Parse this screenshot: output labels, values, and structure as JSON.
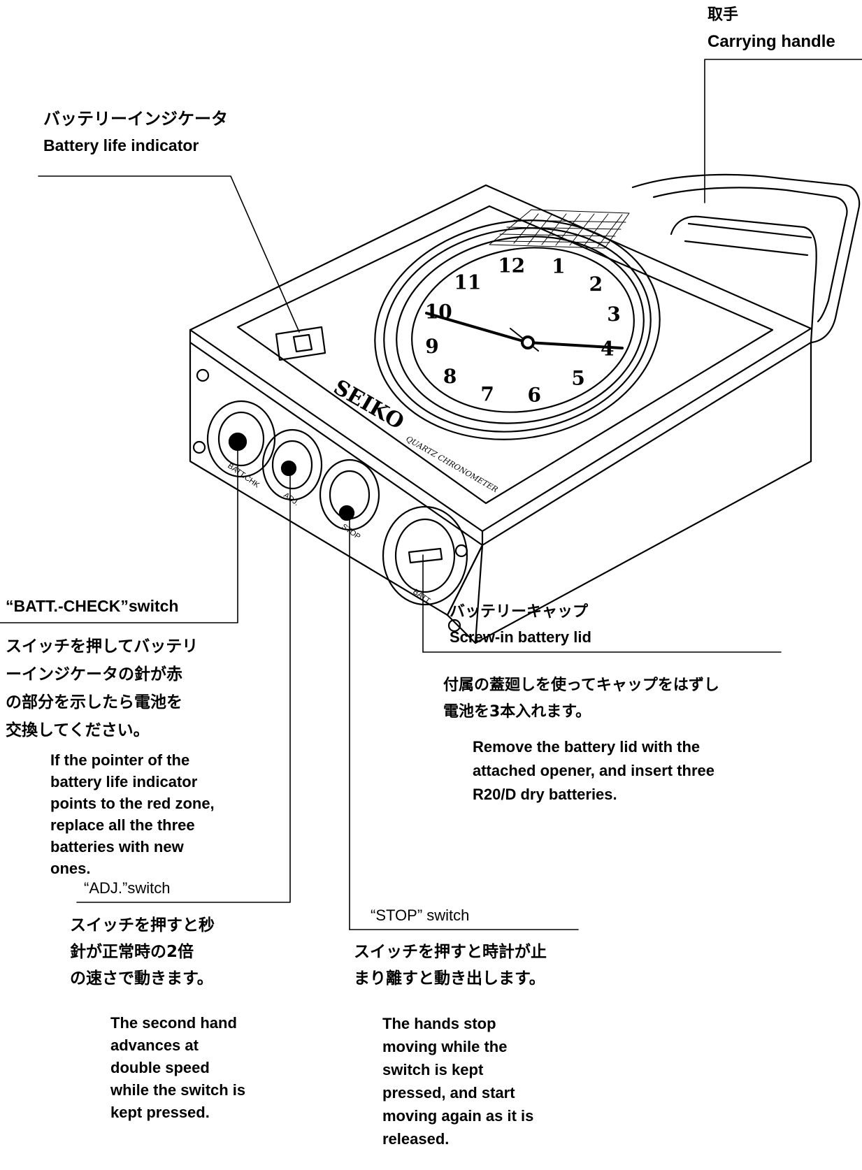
{
  "labels": {
    "handle": {
      "jp": "取手",
      "en": "Carrying handle"
    },
    "battery_indicator": {
      "jp": "バッテリーインジケータ",
      "en": "Battery life indicator"
    },
    "batt_check": {
      "title": "“BATT.-CHECK”switch",
      "jp": "スイッチを押してバッテリ\nーインジケータの針が赤\nの部分を示したら電池を\n交換してください。",
      "en": "If the pointer of the\nbattery life indicator\npoints to the red zone,\nreplace all the three\nbatteries with new\nones."
    },
    "battery_cap": {
      "jp": "バッテリーキャップ",
      "en": "Screw-in battery lid",
      "desc_jp": "付属の蓋廻しを使ってキャップをはずし\n電池を3本入れます。",
      "desc_en": "Remove the battery lid with the\nattached opener, and insert three\nR20/D dry batteries."
    },
    "adj": {
      "title": "“ADJ.”switch",
      "jp": "スイッチを押すと秒\n針が正常時の2倍\nの速さで動きます。",
      "en": "The second hand\nadvances at\ndouble speed\nwhile the switch is\nkept pressed."
    },
    "stop": {
      "title": "“STOP” switch",
      "jp": "スイッチを押すと時計が止\nまり離すと動き出します。",
      "en": "The hands stop\nmoving while the\nswitch is kept\npressed, and start\nmoving again as it is\nreleased."
    }
  },
  "device": {
    "brand": "SEIKO",
    "subbrand": "QUARTZ CHRONOMETER",
    "dial_numbers": [
      "1",
      "2",
      "3",
      "4",
      "5",
      "6",
      "7",
      "8",
      "9",
      "10",
      "11",
      "12"
    ],
    "button_labels": {
      "batt_check": "BATT.CHK",
      "adj": "ADJ.",
      "stop": "STOP",
      "batt": "BATT."
    }
  }
}
